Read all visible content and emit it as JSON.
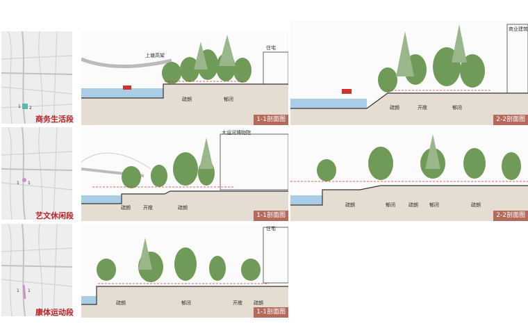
{
  "segments": [
    {
      "label": "商务生活段",
      "sections": [
        {
          "badge": "1-1剖面图",
          "labels": [
            "上塘高架",
            "住宅"
          ],
          "zones": [
            "疏朗",
            "郁闭"
          ]
        },
        {
          "badge": "2-2剖面图",
          "labels": [
            "商业建筑"
          ],
          "zones": [
            "疏朗",
            "开敞",
            "郁闭"
          ]
        }
      ]
    },
    {
      "label": "艺文休闲段",
      "sections": [
        {
          "badge": "1-1剖面图",
          "labels": [
            "大运河博物院"
          ],
          "zones": [
            "疏朗",
            "开敞",
            "疏朗"
          ]
        },
        {
          "badge": "2-2剖面图",
          "labels": [],
          "zones": [
            "疏朗",
            "郁闭",
            "疏朗",
            "郁闭",
            "疏朗"
          ]
        }
      ]
    },
    {
      "label": "康体运动段",
      "sections": [
        {
          "badge": "1-1剖面图",
          "labels": [
            "住宅"
          ],
          "zones": [
            "疏朗",
            "郁闭",
            "开敞",
            "疏朗"
          ]
        }
      ]
    }
  ],
  "colors": {
    "badge": "#b56a5c",
    "segment_label": "#b8232a",
    "water": "#a9cde6",
    "soil": "#e6ddd2",
    "tree": "#6f9a57",
    "arrow": "#d2322f"
  }
}
